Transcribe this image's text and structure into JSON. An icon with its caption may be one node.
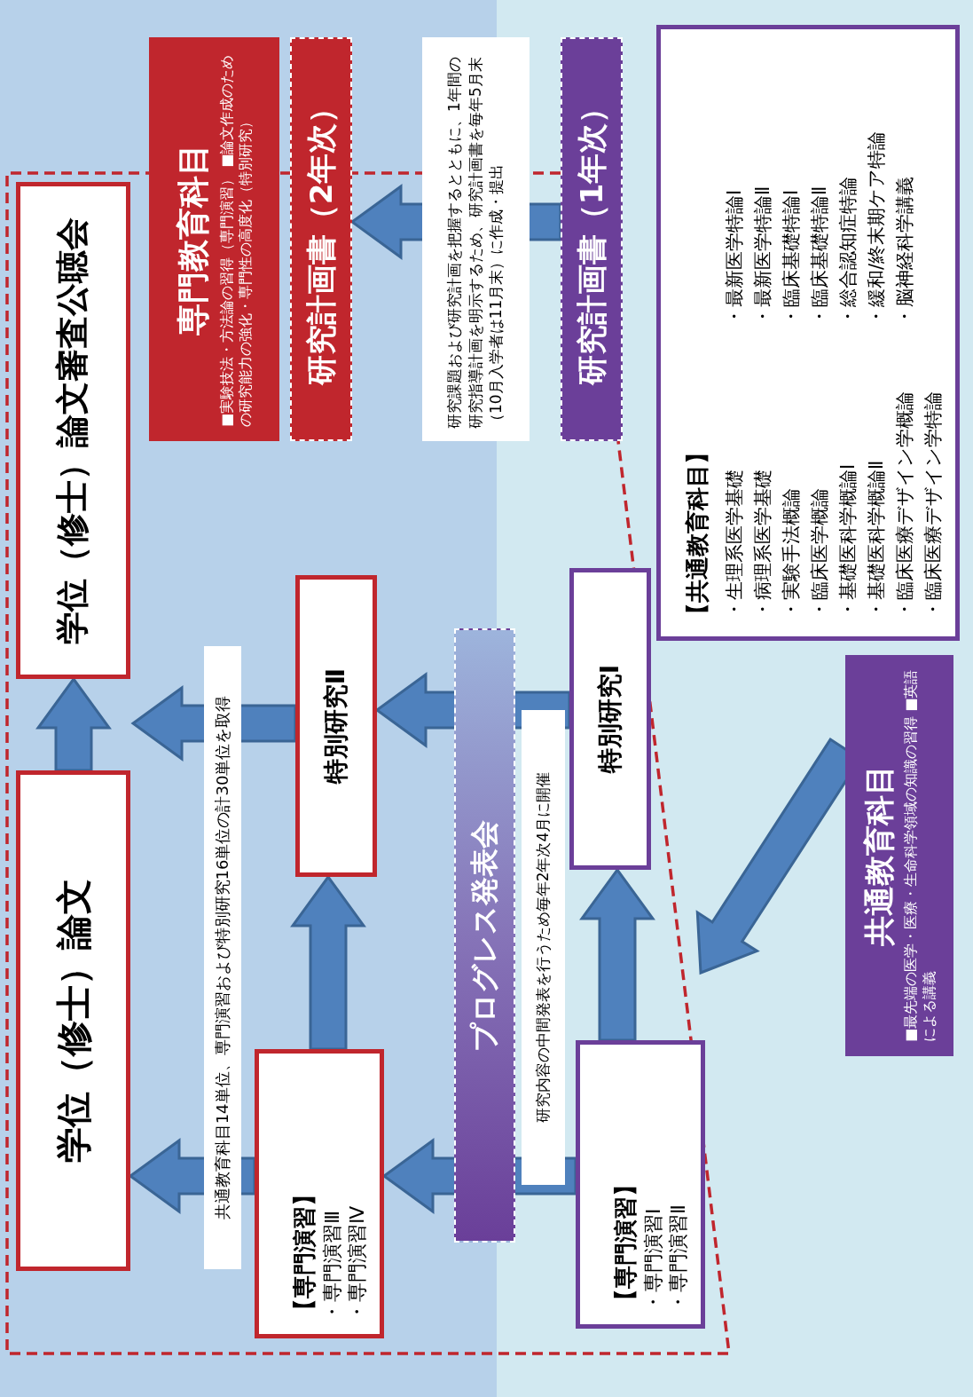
{
  "diagram": {
    "nodes": [
      {
        "text": [
          "学位（修士）論文審査公聴会"
        ]
      },
      {
        "text": [
          "学位（修士）論文"
        ]
      },
      {
        "text": [
          "専門教育科目",
          "■実験技法・方法論の習得（専門演習） ■論文作成のための研究能力の強化・専門性の高度化（特別研究）"
        ]
      },
      {
        "text": [
          "研究計画書（2年次）"
        ]
      },
      {
        "text": [
          "研究計画書（1年次）"
        ]
      },
      {
        "text": [
          "【共通教育科目】",
          "・生理系医学基礎",
          "・病理系医学基礎",
          "・実験手法概論",
          "・臨床医学概論",
          "・基礎医科学概論Ⅰ",
          "・基礎医科学概論Ⅱ",
          "・臨床医療デザイン学概論",
          "・臨床医療デザイン学特論",
          "・最新医学特論Ⅰ",
          "・最新医学特論Ⅱ",
          "・臨床基礎特論Ⅰ",
          "・臨床基礎特論Ⅱ",
          "・総合認知症特論",
          "・緩和/終末期ケア特論",
          "・脳神経科学講義"
        ]
      },
      {
        "text": [
          "共通教育科目",
          "■最先端の医学・医療・生命科学領域の知識の習得 ■英語による講義"
        ]
      },
      {
        "text": [
          "特別研究Ⅱ"
        ]
      },
      {
        "text": [
          "プログレス発表会"
        ],
        "beside": [
          "研究内容の中間発表を行うため毎年2年次4月に開催"
        ]
      },
      {
        "text": [
          "特別研究Ⅰ"
        ]
      },
      {
        "text": [
          "【専門演習】",
          "・専門演習Ⅲ",
          "・専門演習Ⅳ"
        ]
      },
      {
        "text": [
          "【専門演習】",
          "・専門演習Ⅰ",
          "・専門演習Ⅱ"
        ]
      }
    ],
    "edges": [
      {
        "from": 4,
        "to": 3,
        "arrow": "to",
        "label": "研究課題および研究計画を把握するとともに、1年間の研究指導計画を明示するため、研究計画書を毎年5月末（10月入学者は11月末）に作成・提出"
      },
      {
        "from": 7,
        "to": null,
        "arrow": "to"
      },
      {
        "from": 1,
        "to": 0,
        "arrow": "to"
      },
      {
        "from": 10,
        "to": 1,
        "arrow": "to"
      },
      {
        "from": 10,
        "to": 7,
        "arrow": "to"
      },
      {
        "from": 11,
        "to": 10,
        "arrow": "to"
      },
      {
        "from": 9,
        "to": 7,
        "arrow": "to"
      },
      {
        "from": 11,
        "to": 9,
        "arrow": "to"
      },
      {
        "from": 6,
        "to": null,
        "arrow": "to"
      }
    ],
    "labels": [
      "共通教育科目14単位、専門演習および特別研究16単位の計30単位を取得"
    ]
  }
}
